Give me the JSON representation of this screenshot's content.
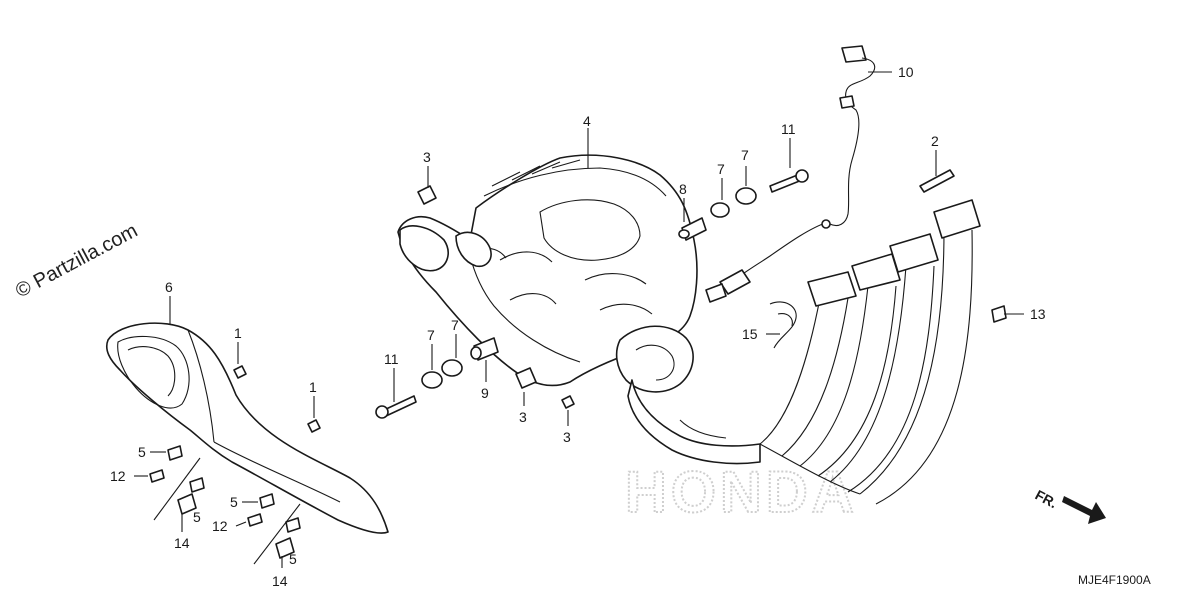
{
  "watermark": "© Partzilla.com",
  "diagram_code": "MJE4F1900A",
  "brand_mark": "HONDA",
  "direction_label": "FR.",
  "callouts": {
    "c1a": "1",
    "c1b": "1",
    "c2": "2",
    "c3a": "3",
    "c3b": "3",
    "c3c": "3",
    "c4": "4",
    "c5a": "5",
    "c5b": "5",
    "c5c": "5",
    "c5d": "5",
    "c6": "6",
    "c7a": "7",
    "c7b": "7",
    "c7c": "7",
    "c7d": "7",
    "c8": "8",
    "c9": "9",
    "c10": "10",
    "c11a": "11",
    "c11b": "11",
    "c12a": "12",
    "c12b": "12",
    "c13": "13",
    "c14a": "14",
    "c14b": "14",
    "c15": "15"
  }
}
